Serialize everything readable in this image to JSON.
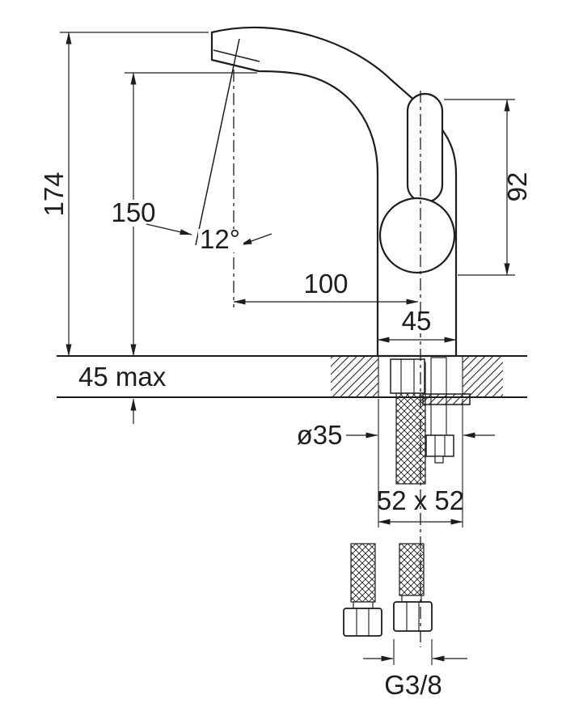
{
  "diagram": {
    "line_color": "#1d1d1d",
    "background_color": "#ffffff",
    "dimensions": {
      "total_height": "174",
      "spout_height": "150",
      "spout_angle": "12°",
      "handle_body_height": "92",
      "spout_reach": "100",
      "body_width": "45",
      "deck_thickness_max": "45 max",
      "hole_diameter": "ø35",
      "footprint": "52 x 52",
      "connection_thread": "G3/8"
    }
  }
}
